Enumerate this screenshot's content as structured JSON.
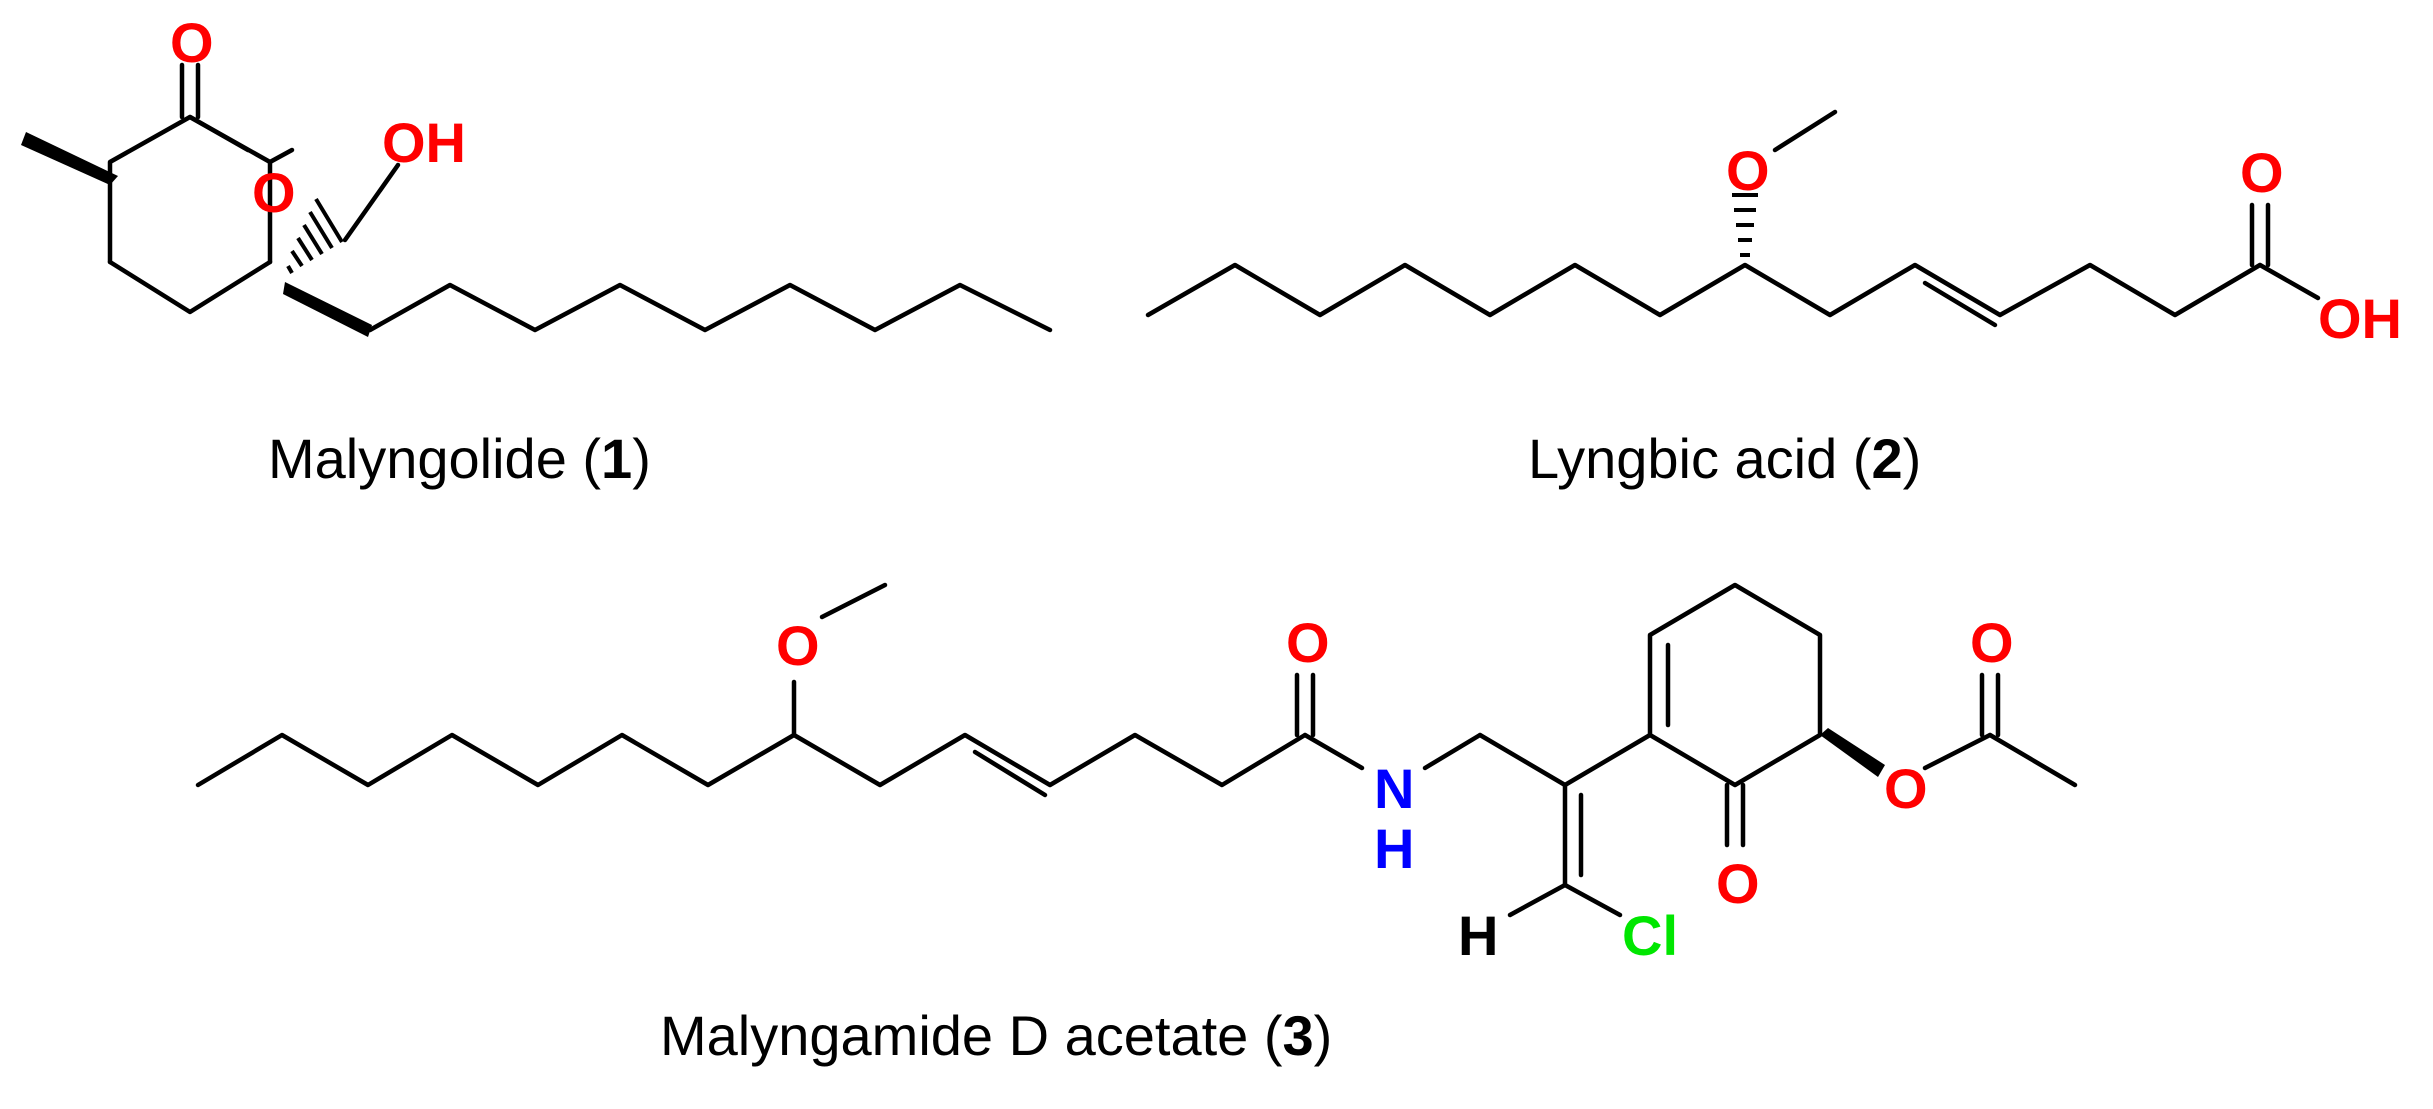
{
  "colors": {
    "oxygen": "#ff0000",
    "nitrogen": "#0000ff",
    "chlorine": "#00e600",
    "carbon": "#000000"
  },
  "compounds": [
    {
      "caption_name": "Malyngolide (",
      "caption_number": "1",
      "caption_close": ")",
      "atoms": {
        "carbonyl_o": "O",
        "ring_o": "O",
        "hydroxyl": "OH"
      }
    },
    {
      "caption_name": "Lyngbic acid (",
      "caption_number": "2",
      "caption_close": ")",
      "atoms": {
        "methoxy_o": "O",
        "carbonyl_o": "O",
        "hydroxyl": "OH"
      }
    },
    {
      "caption_name": "Malyngamide D acetate (",
      "caption_number": "3",
      "caption_close": ")",
      "atoms": {
        "methoxy_o": "O",
        "amide_o": "O",
        "amide_n": "N",
        "amide_h": "H",
        "vinyl_h": "H",
        "chlorine": "Cl",
        "ketone_o": "O",
        "ester_o": "O",
        "acetyl_o": "O"
      }
    }
  ]
}
